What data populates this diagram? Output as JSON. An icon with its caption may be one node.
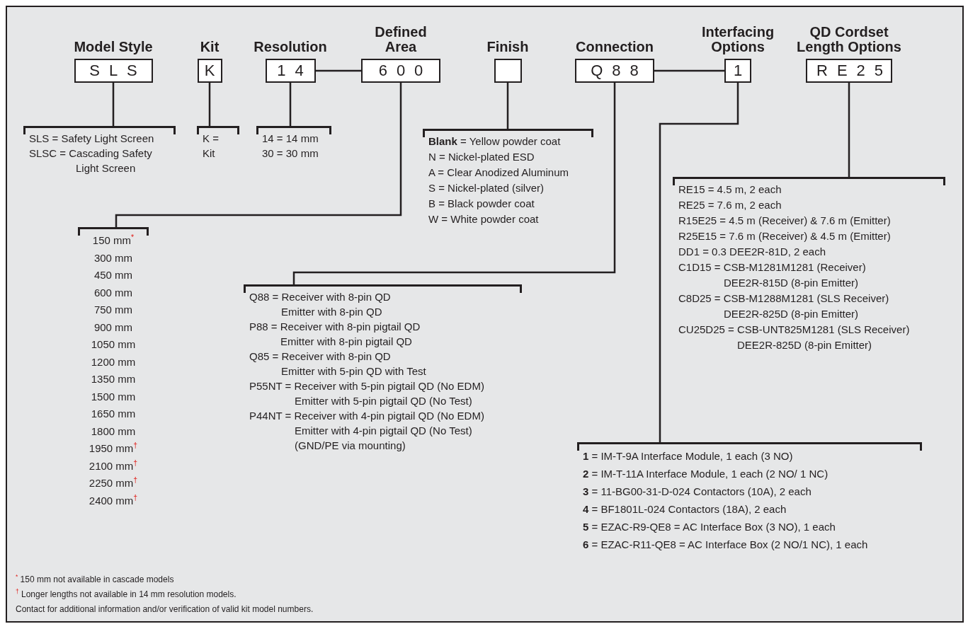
{
  "diagram": {
    "nodes": [
      {
        "text": [
          "Model Style",
          "SLS"
        ]
      },
      {
        "text": [
          "Kit",
          "K"
        ]
      },
      {
        "text": [
          "Resolution",
          "14"
        ]
      },
      {
        "text": [
          "Defined Area",
          "600"
        ]
      },
      {
        "text": [
          "Finish"
        ]
      },
      {
        "text": [
          "Connection",
          "Q88"
        ]
      },
      {
        "text": [
          "Interfacing Options",
          "1"
        ]
      },
      {
        "text": [
          "QD Cordset Length Options",
          "RE25"
        ]
      },
      {
        "text": [
          "SLS = Safety Light Screen",
          "SLSC = Cascading Safety Light Screen"
        ]
      },
      {
        "text": [
          "K = Kit"
        ]
      },
      {
        "text": [
          "14 = 14 mm",
          "30 = 30 mm"
        ]
      },
      {
        "text": [
          "150 mm$^{*}$",
          "300 mm",
          "450 mm",
          "600 mm",
          "750 mm",
          "900 mm",
          "1050 mm",
          "1200 mm",
          "1350 mm",
          "1500 mm",
          "1650 mm",
          "1800 mm",
          "1950 mm$^{†}$",
          "2100 mm$^{†}$",
          "2250 mm$^{†}$",
          "2400 mm$^{†}$"
        ]
      },
      {
        "text": [
          "**Blank** = Yellow powder coat",
          "N = Nickel-plated ESD",
          "A = Clear Anodized Aluminum",
          "S = Nickel-plated (silver)",
          "B = Black powder coat",
          "W = White powder coat"
        ]
      },
      {
        "text": [
          "Q88 = Receiver with 8-pin QD",
          "Emitter with 8-pin QD",
          "P88 = Receiver with 8-pin pigtail QD",
          "Emitter with 8-pin pigtail QD",
          "Q85 = Receiver with 8-pin QD",
          "Emitter with 5-pin QD with Test",
          "P55NT = Receiver with 5-pin pigtail QD (No EDM)",
          "Emitter with 5-pin pigtail QD (No Test)",
          "P44NT = Receiver with 4-pin pigtail QD (No EDM)",
          "Emitter with 4-pin pigtail QD (No Test)",
          "(GND/PE via mounting)"
        ]
      },
      {
        "text": [
          "**1** = IM-T-9A Interface Module, 1 each (3 NO)",
          "**2** = IM-T-11A Interface Module, 1 each (2 NO/ 1 NC)",
          "**3** = 11-BG00-31-D-024 Contactors (10A), 2 each",
          "**4** = BF1801L-024 Contactors (18A), 2 each",
          "**5** = EZAC-R9-QE8 = AC Interface Box (3 NO), 1 each",
          "**6** = EZAC-R11-QE8 = AC Interface Box (2 NO/1 NC), 1 each"
        ]
      },
      {
        "text": [
          "RE15 = 4.5 m, 2 each",
          "RE25 = 7.6 m, 2 each",
          "R15E25 = 4.5 m (Receiver) & 7.6 m (Emitter)",
          "R25E15 = 7.6 m (Receiver) & 4.5 m (Emitter)",
          "DD1 = 0.3 DEE2R-81D, 2 each",
          "C1D15 = CSB-M1281M1281 (Receiver)",
          "DEE2R-815D (8-pin Emitter)",
          "C8D25 = CSB-M1288M1281 (SLS Receiver)",
          "DEE2R-825D (8-pin Emitter)",
          "CU25D25 = CSB-UNT825M1281 (SLS Receiver)",
          "DEE2R-825D (8-pin Emitter)"
        ]
      }
    ],
    "edges": [
      {
        "from": 0,
        "to": 8,
        "arrow": "none"
      },
      {
        "from": 1,
        "to": 9,
        "arrow": "none"
      },
      {
        "from": 2,
        "to": 10,
        "arrow": "none"
      },
      {
        "from": 3,
        "to": 11,
        "arrow": "none"
      },
      {
        "from": 4,
        "to": 12,
        "arrow": "none"
      },
      {
        "from": 5,
        "to": 13,
        "arrow": "none"
      },
      {
        "from": 6,
        "to": 14,
        "arrow": "none"
      },
      {
        "from": 7,
        "to": 15,
        "arrow": "none"
      },
      {
        "from": 2,
        "to": 3,
        "arrow": "none"
      },
      {
        "from": 5,
        "to": 6,
        "arrow": "none"
      }
    ],
    "labels": [
      "$^{*}$ 150 mm not available in cascade models",
      "$^{†}$ Longer lengths not available in 14 mm resolution models.",
      "Contact for additional information and/or verification of valid kit model numbers."
    ]
  }
}
